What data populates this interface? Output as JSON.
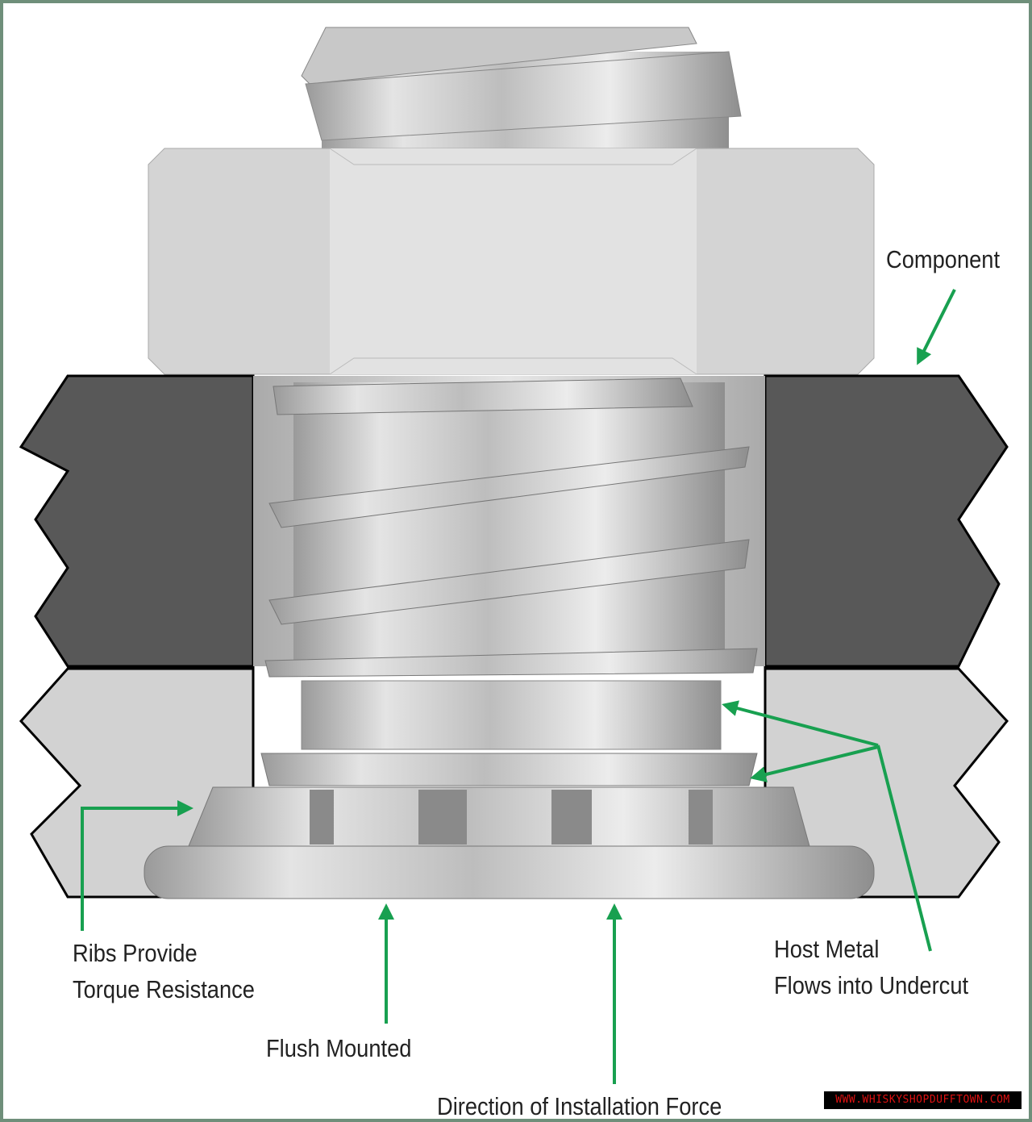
{
  "labels": {
    "component": "Component",
    "ribs_line1": "Ribs Provide",
    "ribs_line2": "Torque Resistance",
    "flush": "Flush Mounted",
    "direction": "Direction of Installation Force",
    "host_line1": "Host Metal",
    "host_line2": "Flows into Undercut"
  },
  "watermark": "WWW.WHISKYSHOPDUFFTOWN.COM",
  "colors": {
    "arrow": "#18a050",
    "frame": "#6f8f7a",
    "component": "#585858",
    "host": "#d2d2d2"
  }
}
